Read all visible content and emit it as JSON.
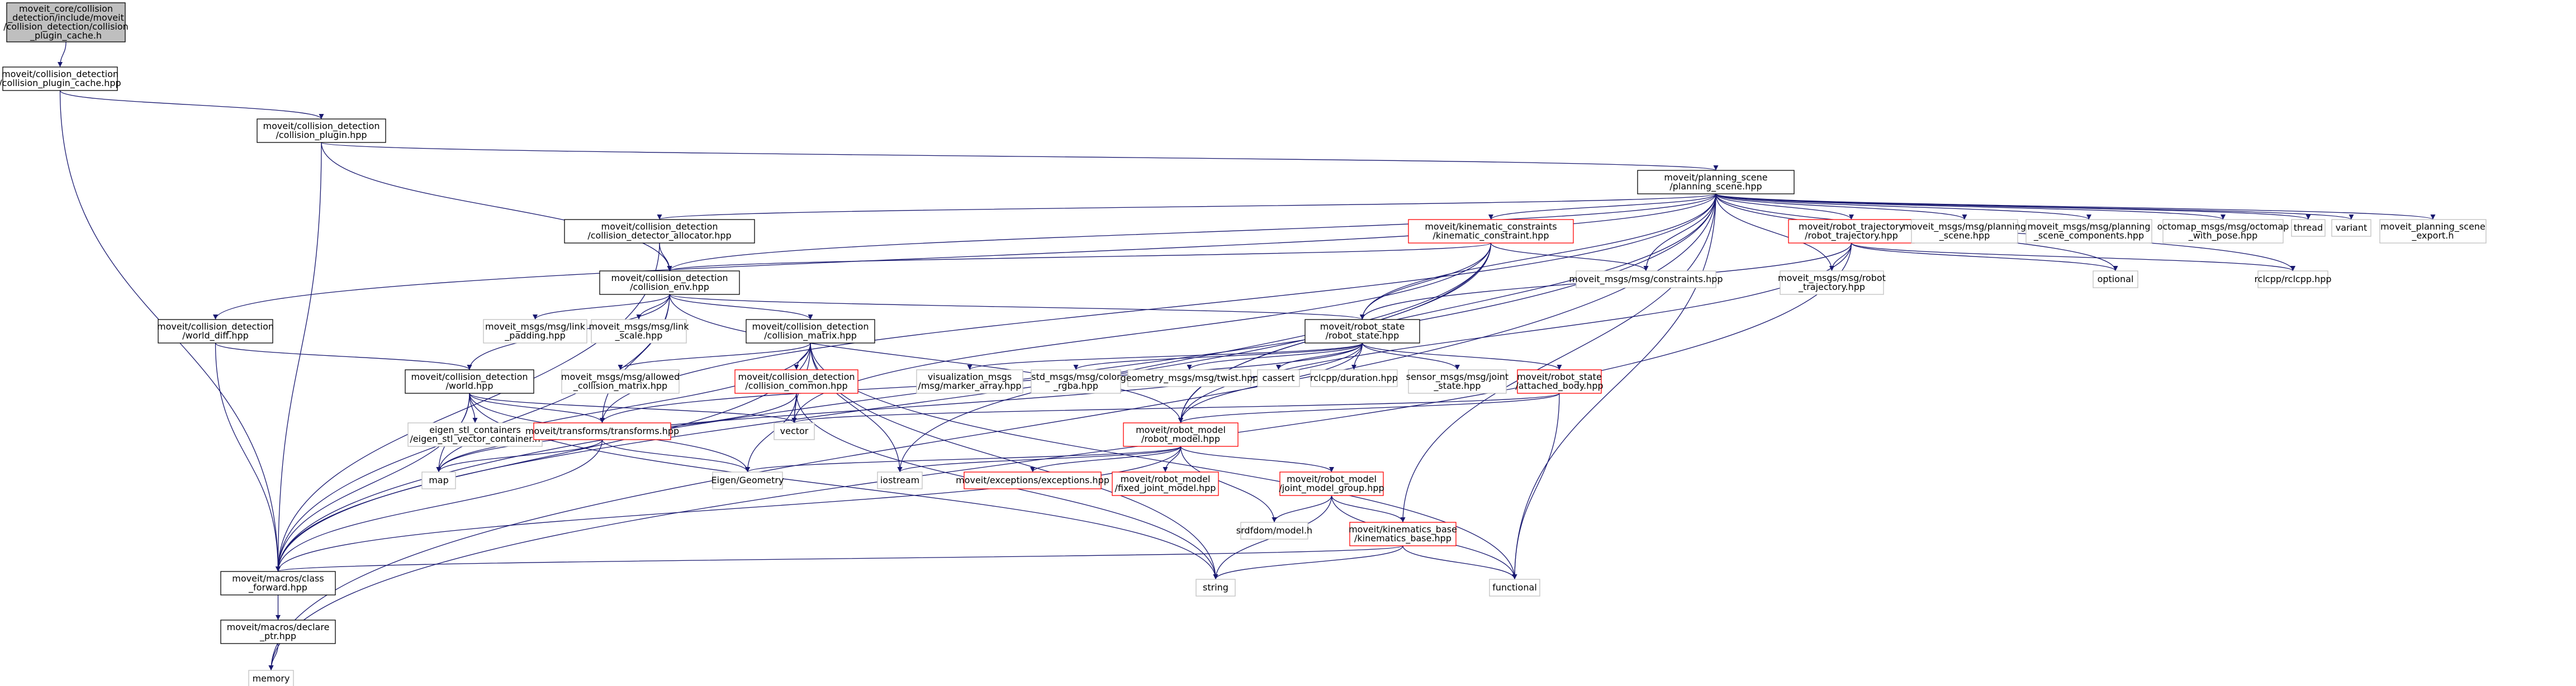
{
  "colors": {
    "background": "#ffffff",
    "node_fill": "#ffffff",
    "node_border_black": "#000000",
    "node_border_red": "#ff0000",
    "node_border_gray": "#bfbfbf",
    "root_fill": "#bfbfbf",
    "edge": "#191970",
    "text": "#000000"
  },
  "nodes": [
    {
      "id": "root",
      "lines": [
        "moveit_core/collision",
        "_detection/include/moveit",
        "/collision_detection/collision",
        "_plugin_cache.h"
      ],
      "style": "root"
    },
    {
      "id": "cpc",
      "lines": [
        "moveit/collision_detection",
        "/collision_plugin_cache.hpp"
      ],
      "style": "black"
    },
    {
      "id": "cp",
      "lines": [
        "moveit/collision_detection",
        "/collision_plugin.hpp"
      ],
      "style": "black"
    },
    {
      "id": "ps",
      "lines": [
        "moveit/planning_scene",
        "/planning_scene.hpp"
      ],
      "style": "black"
    },
    {
      "id": "cda",
      "lines": [
        "moveit/collision_detection",
        "/collision_detector_allocator.hpp"
      ],
      "style": "black"
    },
    {
      "id": "kc",
      "lines": [
        "moveit/kinematic_constraints",
        "/kinematic_constraint.hpp"
      ],
      "style": "red"
    },
    {
      "id": "rt",
      "lines": [
        "moveit/robot_trajectory",
        "/robot_trajectory.hpp"
      ],
      "style": "red"
    },
    {
      "id": "mps",
      "lines": [
        "moveit_msgs/msg/planning",
        "_scene.hpp"
      ],
      "style": "gray"
    },
    {
      "id": "mpsc",
      "lines": [
        "moveit_msgs/msg/planning",
        "_scene_components.hpp"
      ],
      "style": "gray"
    },
    {
      "id": "octo",
      "lines": [
        "octomap_msgs/msg/octomap",
        "_with_pose.hpp"
      ],
      "style": "gray"
    },
    {
      "id": "thread",
      "lines": [
        "thread"
      ],
      "style": "gray"
    },
    {
      "id": "variant",
      "lines": [
        "variant"
      ],
      "style": "gray"
    },
    {
      "id": "psexp",
      "lines": [
        "moveit_planning_scene",
        "_export.h"
      ],
      "style": "gray"
    },
    {
      "id": "optional",
      "lines": [
        "optional"
      ],
      "style": "gray"
    },
    {
      "id": "rclcpp",
      "lines": [
        "rclcpp/rclcpp.hpp"
      ],
      "style": "gray"
    },
    {
      "id": "wd",
      "lines": [
        "moveit/collision_detection",
        "/world_diff.hpp"
      ],
      "style": "black"
    },
    {
      "id": "ce",
      "lines": [
        "moveit/collision_detection",
        "/collision_env.hpp"
      ],
      "style": "black"
    },
    {
      "id": "mcon",
      "lines": [
        "moveit_msgs/msg/constraints.hpp"
      ],
      "style": "gray"
    },
    {
      "id": "mrt",
      "lines": [
        "moveit_msgs/msg/robot",
        "_trajectory.hpp"
      ],
      "style": "gray"
    },
    {
      "id": "lpad",
      "lines": [
        "moveit_msgs/msg/link",
        "_padding.hpp"
      ],
      "style": "gray"
    },
    {
      "id": "lscale",
      "lines": [
        "moveit_msgs/msg/link",
        "_scale.hpp"
      ],
      "style": "gray"
    },
    {
      "id": "cm",
      "lines": [
        "moveit/collision_detection",
        "/collision_matrix.hpp"
      ],
      "style": "black"
    },
    {
      "id": "rs",
      "lines": [
        "moveit/robot_state",
        "/robot_state.hpp"
      ],
      "style": "black"
    },
    {
      "id": "world",
      "lines": [
        "moveit/collision_detection",
        "/world.hpp"
      ],
      "style": "black"
    },
    {
      "id": "acm",
      "lines": [
        "moveit_msgs/msg/allowed",
        "_collision_matrix.hpp"
      ],
      "style": "gray"
    },
    {
      "id": "cc",
      "lines": [
        "moveit/collision_detection",
        "/collision_common.hpp"
      ],
      "style": "red"
    },
    {
      "id": "vma",
      "lines": [
        "visualization_msgs",
        "/msg/marker_array.hpp"
      ],
      "style": "gray"
    },
    {
      "id": "color",
      "lines": [
        "std_msgs/msg/color",
        "_rgba.hpp"
      ],
      "style": "gray"
    },
    {
      "id": "twist",
      "lines": [
        "geometry_msgs/msg/twist.hpp"
      ],
      "style": "gray"
    },
    {
      "id": "cassert",
      "lines": [
        "cassert"
      ],
      "style": "gray"
    },
    {
      "id": "rdur",
      "lines": [
        "rclcpp/duration.hpp"
      ],
      "style": "gray"
    },
    {
      "id": "js",
      "lines": [
        "sensor_msgs/msg/joint",
        "_state.hpp"
      ],
      "style": "gray"
    },
    {
      "id": "ab",
      "lines": [
        "moveit/robot_state",
        "/attached_body.hpp"
      ],
      "style": "red"
    },
    {
      "id": "eigstl",
      "lines": [
        "eigen_stl_containers",
        "/eigen_stl_vector_container.h"
      ],
      "style": "gray"
    },
    {
      "id": "tf",
      "lines": [
        "moveit/transforms/transforms.hpp"
      ],
      "style": "red"
    },
    {
      "id": "vector",
      "lines": [
        "vector"
      ],
      "style": "gray"
    },
    {
      "id": "rm",
      "lines": [
        "moveit/robot_model",
        "/robot_model.hpp"
      ],
      "style": "red"
    },
    {
      "id": "map",
      "lines": [
        "map"
      ],
      "style": "gray"
    },
    {
      "id": "eigen",
      "lines": [
        "Eigen/Geometry"
      ],
      "style": "gray"
    },
    {
      "id": "iostream",
      "lines": [
        "iostream"
      ],
      "style": "gray"
    },
    {
      "id": "exc",
      "lines": [
        "moveit/exceptions/exceptions.hpp"
      ],
      "style": "red"
    },
    {
      "id": "fjm",
      "lines": [
        "moveit/robot_model",
        "/fixed_joint_model.hpp"
      ],
      "style": "red"
    },
    {
      "id": "jmg",
      "lines": [
        "moveit/robot_model",
        "/joint_model_group.hpp"
      ],
      "style": "red"
    },
    {
      "id": "urdf",
      "lines": [
        "srdfdom/model.h"
      ],
      "style": "gray"
    },
    {
      "id": "kb",
      "lines": [
        "moveit/kinematics_base",
        "/kinematics_base.hpp"
      ],
      "style": "red"
    },
    {
      "id": "cfwd",
      "lines": [
        "moveit/macros/class",
        "_forward.hpp"
      ],
      "style": "black"
    },
    {
      "id": "string",
      "lines": [
        "string"
      ],
      "style": "gray"
    },
    {
      "id": "functional",
      "lines": [
        "functional"
      ],
      "style": "gray"
    },
    {
      "id": "dptr",
      "lines": [
        "moveit/macros/declare",
        "_ptr.hpp"
      ],
      "style": "black"
    },
    {
      "id": "memory",
      "lines": [
        "memory"
      ],
      "style": "gray"
    }
  ],
  "edges": [
    [
      "root",
      "cpc"
    ],
    [
      "cpc",
      "cp"
    ],
    [
      "cpc",
      "cfwd"
    ],
    [
      "cp",
      "ps"
    ],
    [
      "cp",
      "ce"
    ],
    [
      "cp",
      "cfwd"
    ],
    [
      "ps",
      "cda"
    ],
    [
      "ps",
      "kc"
    ],
    [
      "ps",
      "rt"
    ],
    [
      "ps",
      "mps"
    ],
    [
      "ps",
      "mpsc"
    ],
    [
      "ps",
      "octo"
    ],
    [
      "ps",
      "thread"
    ],
    [
      "ps",
      "variant"
    ],
    [
      "ps",
      "psexp"
    ],
    [
      "ps",
      "optional"
    ],
    [
      "ps",
      "rclcpp"
    ],
    [
      "ps",
      "wd"
    ],
    [
      "ps",
      "ce"
    ],
    [
      "ps",
      "mcon"
    ],
    [
      "ps",
      "rs"
    ],
    [
      "ps",
      "cfwd"
    ],
    [
      "ps",
      "memory"
    ],
    [
      "ps",
      "functional"
    ],
    [
      "ps",
      "kb"
    ],
    [
      "ps",
      "rm"
    ],
    [
      "ps",
      "tf"
    ],
    [
      "ps",
      "mrt"
    ],
    [
      "cda",
      "ce"
    ],
    [
      "cda",
      "cfwd"
    ],
    [
      "kc",
      "mcon"
    ],
    [
      "kc",
      "rs"
    ],
    [
      "kc",
      "rm"
    ],
    [
      "kc",
      "ce"
    ],
    [
      "kc",
      "cfwd"
    ],
    [
      "kc",
      "iostream"
    ],
    [
      "kc",
      "vector"
    ],
    [
      "rt",
      "mrt"
    ],
    [
      "rt",
      "rs"
    ],
    [
      "rt",
      "rm"
    ],
    [
      "rt",
      "optional"
    ],
    [
      "rt",
      "rclcpp"
    ],
    [
      "rt",
      "memory"
    ],
    [
      "wd",
      "world"
    ],
    [
      "wd",
      "cfwd"
    ],
    [
      "ce",
      "lpad"
    ],
    [
      "ce",
      "lscale"
    ],
    [
      "ce",
      "cm"
    ],
    [
      "ce",
      "rs"
    ],
    [
      "ce",
      "world"
    ],
    [
      "ce",
      "rm"
    ],
    [
      "ce",
      "tf"
    ],
    [
      "ce",
      "cfwd"
    ],
    [
      "cm",
      "acm"
    ],
    [
      "cm",
      "cc"
    ],
    [
      "cm",
      "vector"
    ],
    [
      "cm",
      "map"
    ],
    [
      "cm",
      "string"
    ],
    [
      "cm",
      "iostream"
    ],
    [
      "cm",
      "functional"
    ],
    [
      "cm",
      "cfwd"
    ],
    [
      "rs",
      "vma"
    ],
    [
      "rs",
      "color"
    ],
    [
      "rs",
      "twist"
    ],
    [
      "rs",
      "cassert"
    ],
    [
      "rs",
      "rdur"
    ],
    [
      "rs",
      "js"
    ],
    [
      "rs",
      "ab"
    ],
    [
      "rs",
      "rm"
    ],
    [
      "rs",
      "tf"
    ],
    [
      "rs",
      "map"
    ],
    [
      "world",
      "eigstl"
    ],
    [
      "world",
      "tf"
    ],
    [
      "world",
      "vector"
    ],
    [
      "world",
      "map"
    ],
    [
      "world",
      "eigen"
    ],
    [
      "world",
      "string"
    ],
    [
      "world",
      "cfwd"
    ],
    [
      "cc",
      "vector"
    ],
    [
      "cc",
      "map"
    ],
    [
      "cc",
      "string"
    ],
    [
      "cc",
      "eigen"
    ],
    [
      "ab",
      "functional"
    ],
    [
      "ab",
      "vector"
    ],
    [
      "ab",
      "rm"
    ],
    [
      "tf",
      "map"
    ],
    [
      "tf",
      "eigen"
    ],
    [
      "tf",
      "cfwd"
    ],
    [
      "rm",
      "exc"
    ],
    [
      "rm",
      "fjm"
    ],
    [
      "rm",
      "jmg"
    ],
    [
      "rm",
      "urdf"
    ],
    [
      "rm",
      "iostream"
    ],
    [
      "rm",
      "eigen"
    ],
    [
      "rm",
      "cfwd"
    ],
    [
      "jmg",
      "kb"
    ],
    [
      "jmg",
      "urdf"
    ],
    [
      "jmg",
      "string"
    ],
    [
      "jmg",
      "functional"
    ],
    [
      "kb",
      "cfwd"
    ],
    [
      "kb",
      "string"
    ],
    [
      "kb",
      "functional"
    ],
    [
      "cfwd",
      "dptr"
    ],
    [
      "dptr",
      "memory"
    ]
  ]
}
